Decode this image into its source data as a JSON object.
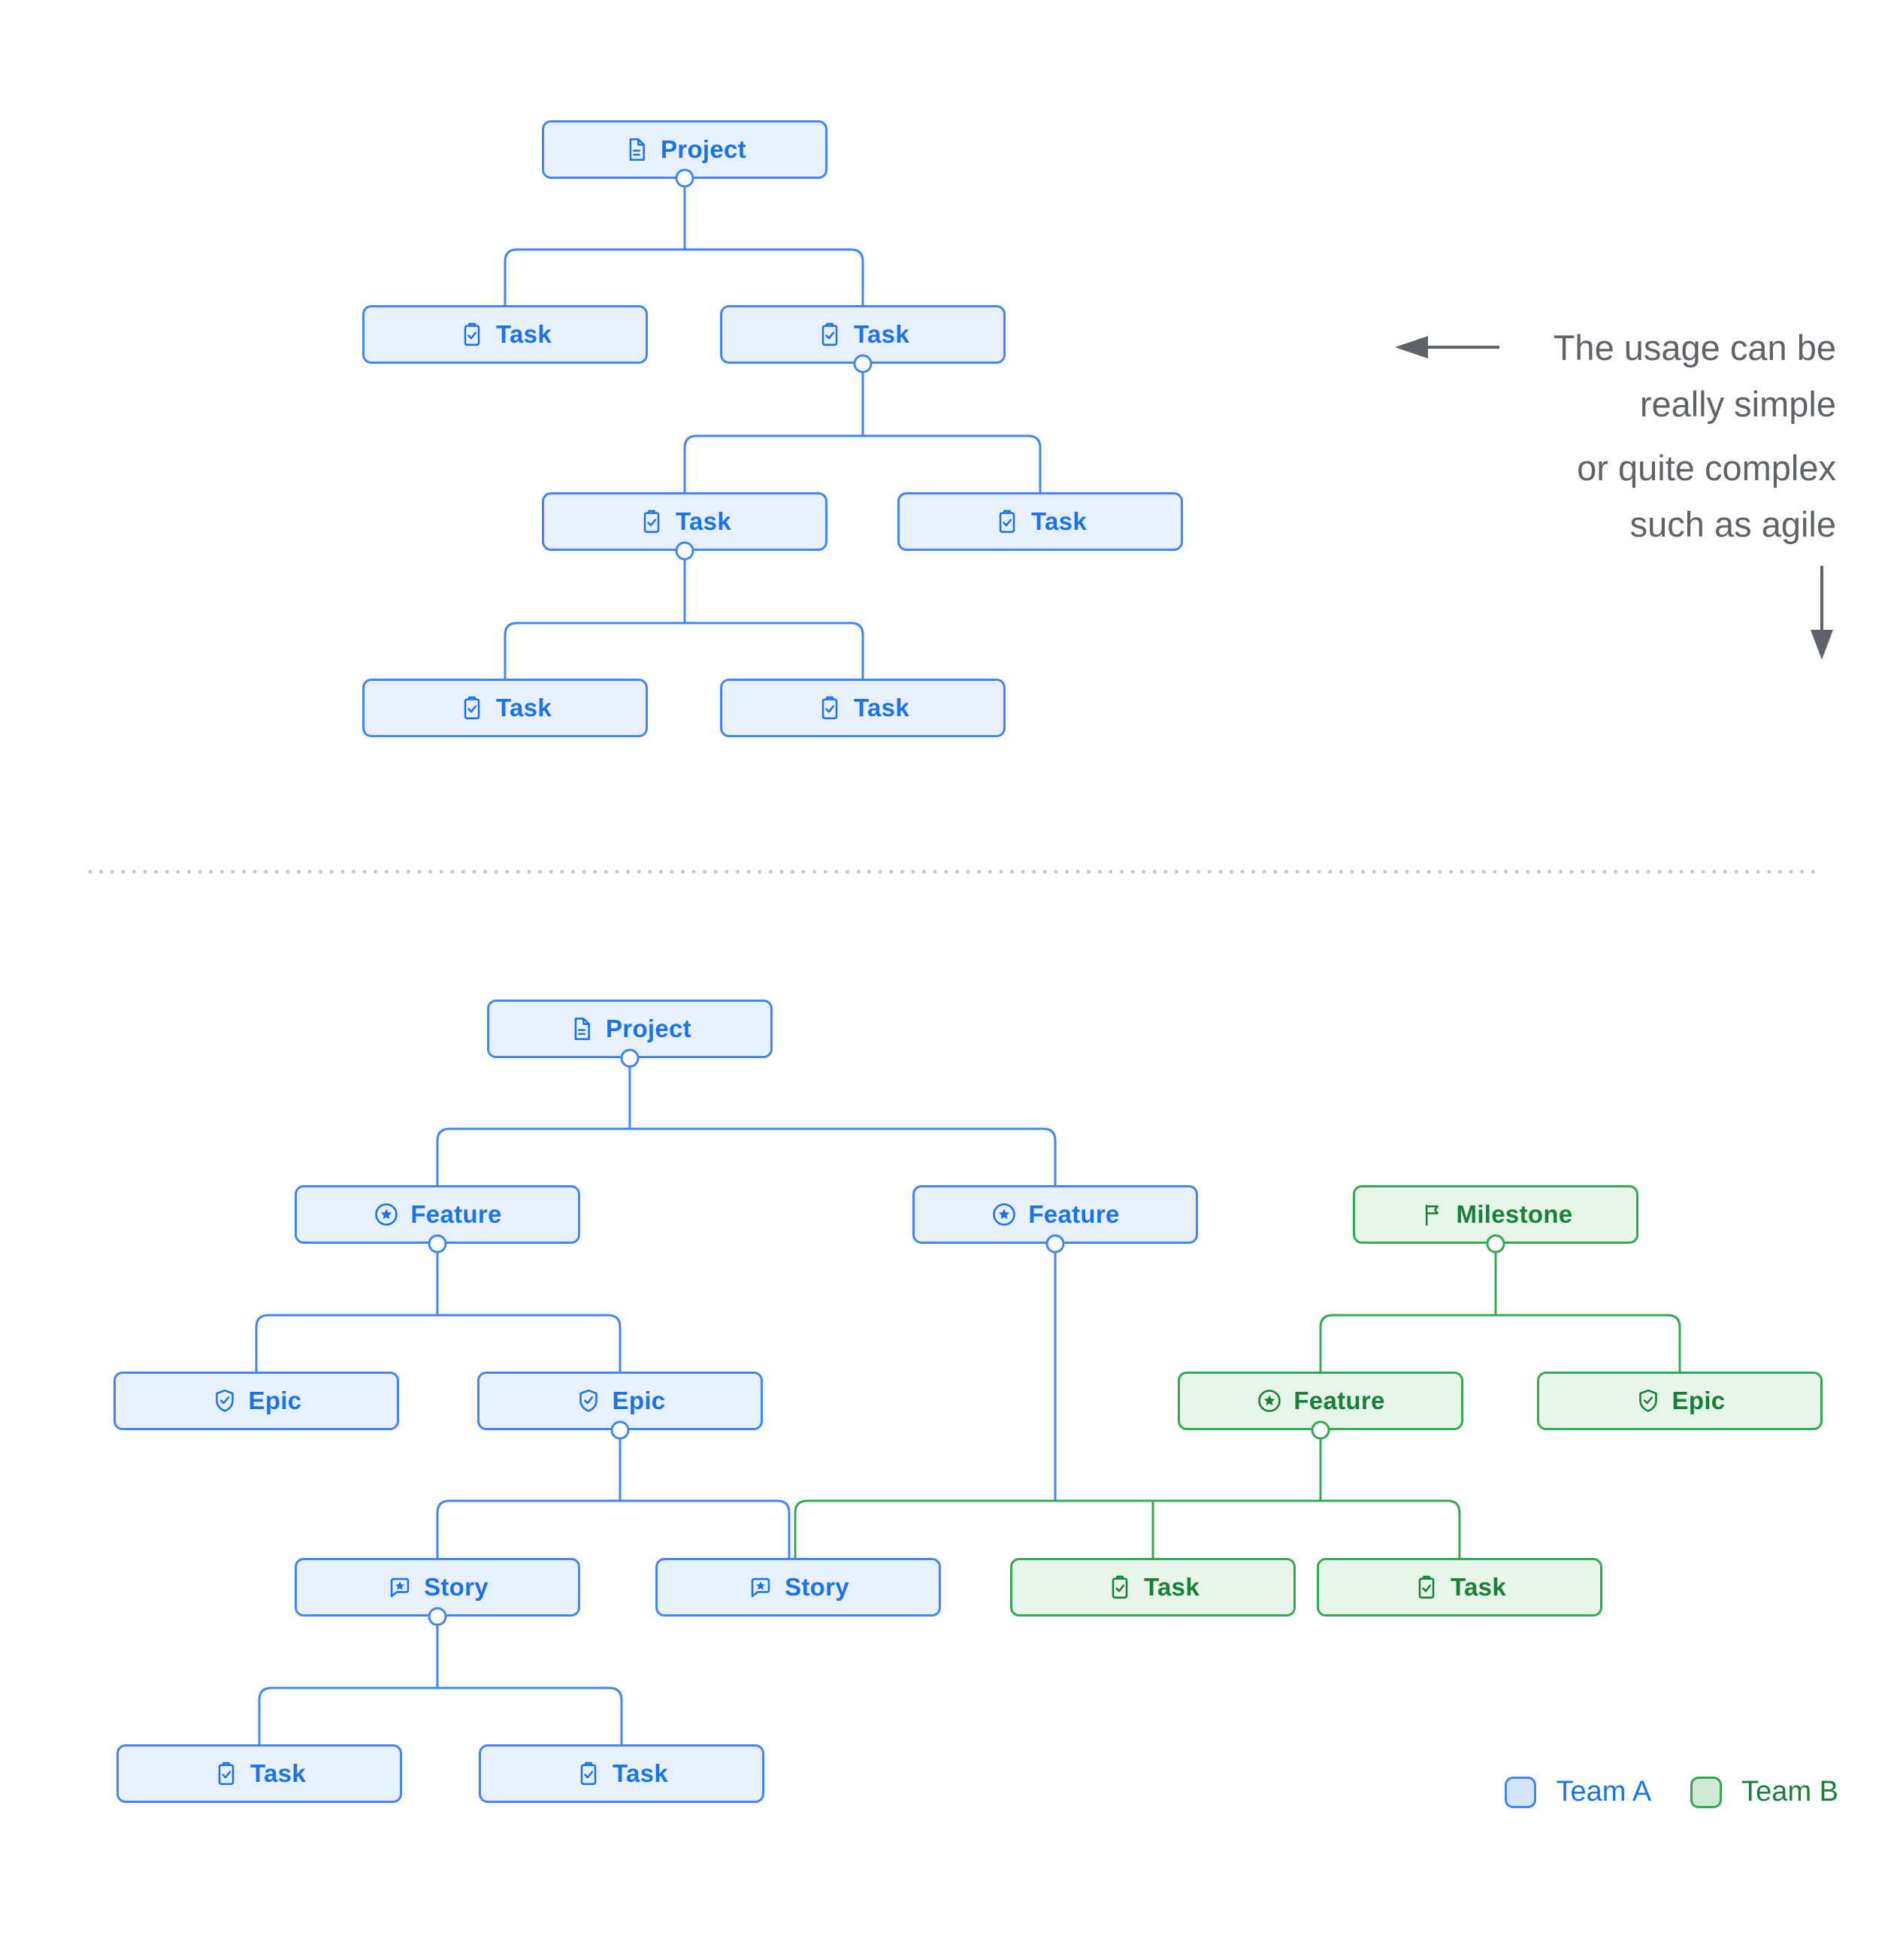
{
  "labels": {
    "project": "Project",
    "task": "Task",
    "feature": "Feature",
    "epic": "Epic",
    "story": "Story",
    "milestone": "Milestone"
  },
  "annotation": {
    "para1_line1": "The usage can be",
    "para1_line2": "really simple",
    "para2_line1": "or quite complex",
    "para2_line2": "such as agile"
  },
  "legend": {
    "team_a": "Team A",
    "team_b": "Team B"
  },
  "icons": {
    "project": "document-icon",
    "task": "clipboard-check-icon",
    "feature": "star-circle-icon",
    "epic": "shield-check-icon",
    "story": "story-bubble-icon",
    "milestone": "flag-icon"
  },
  "colors": {
    "team_a_border": "#4285F4",
    "team_a_fill": "#E8F0FE",
    "team_a_text": "#1A73E8",
    "team_a_swatch": "#D2E3FC",
    "team_b_border": "#34A853",
    "team_b_fill": "#E6F4EA",
    "team_b_text": "#188038",
    "team_b_swatch": "#CEEAD6",
    "annotation_text": "#5F6368"
  }
}
